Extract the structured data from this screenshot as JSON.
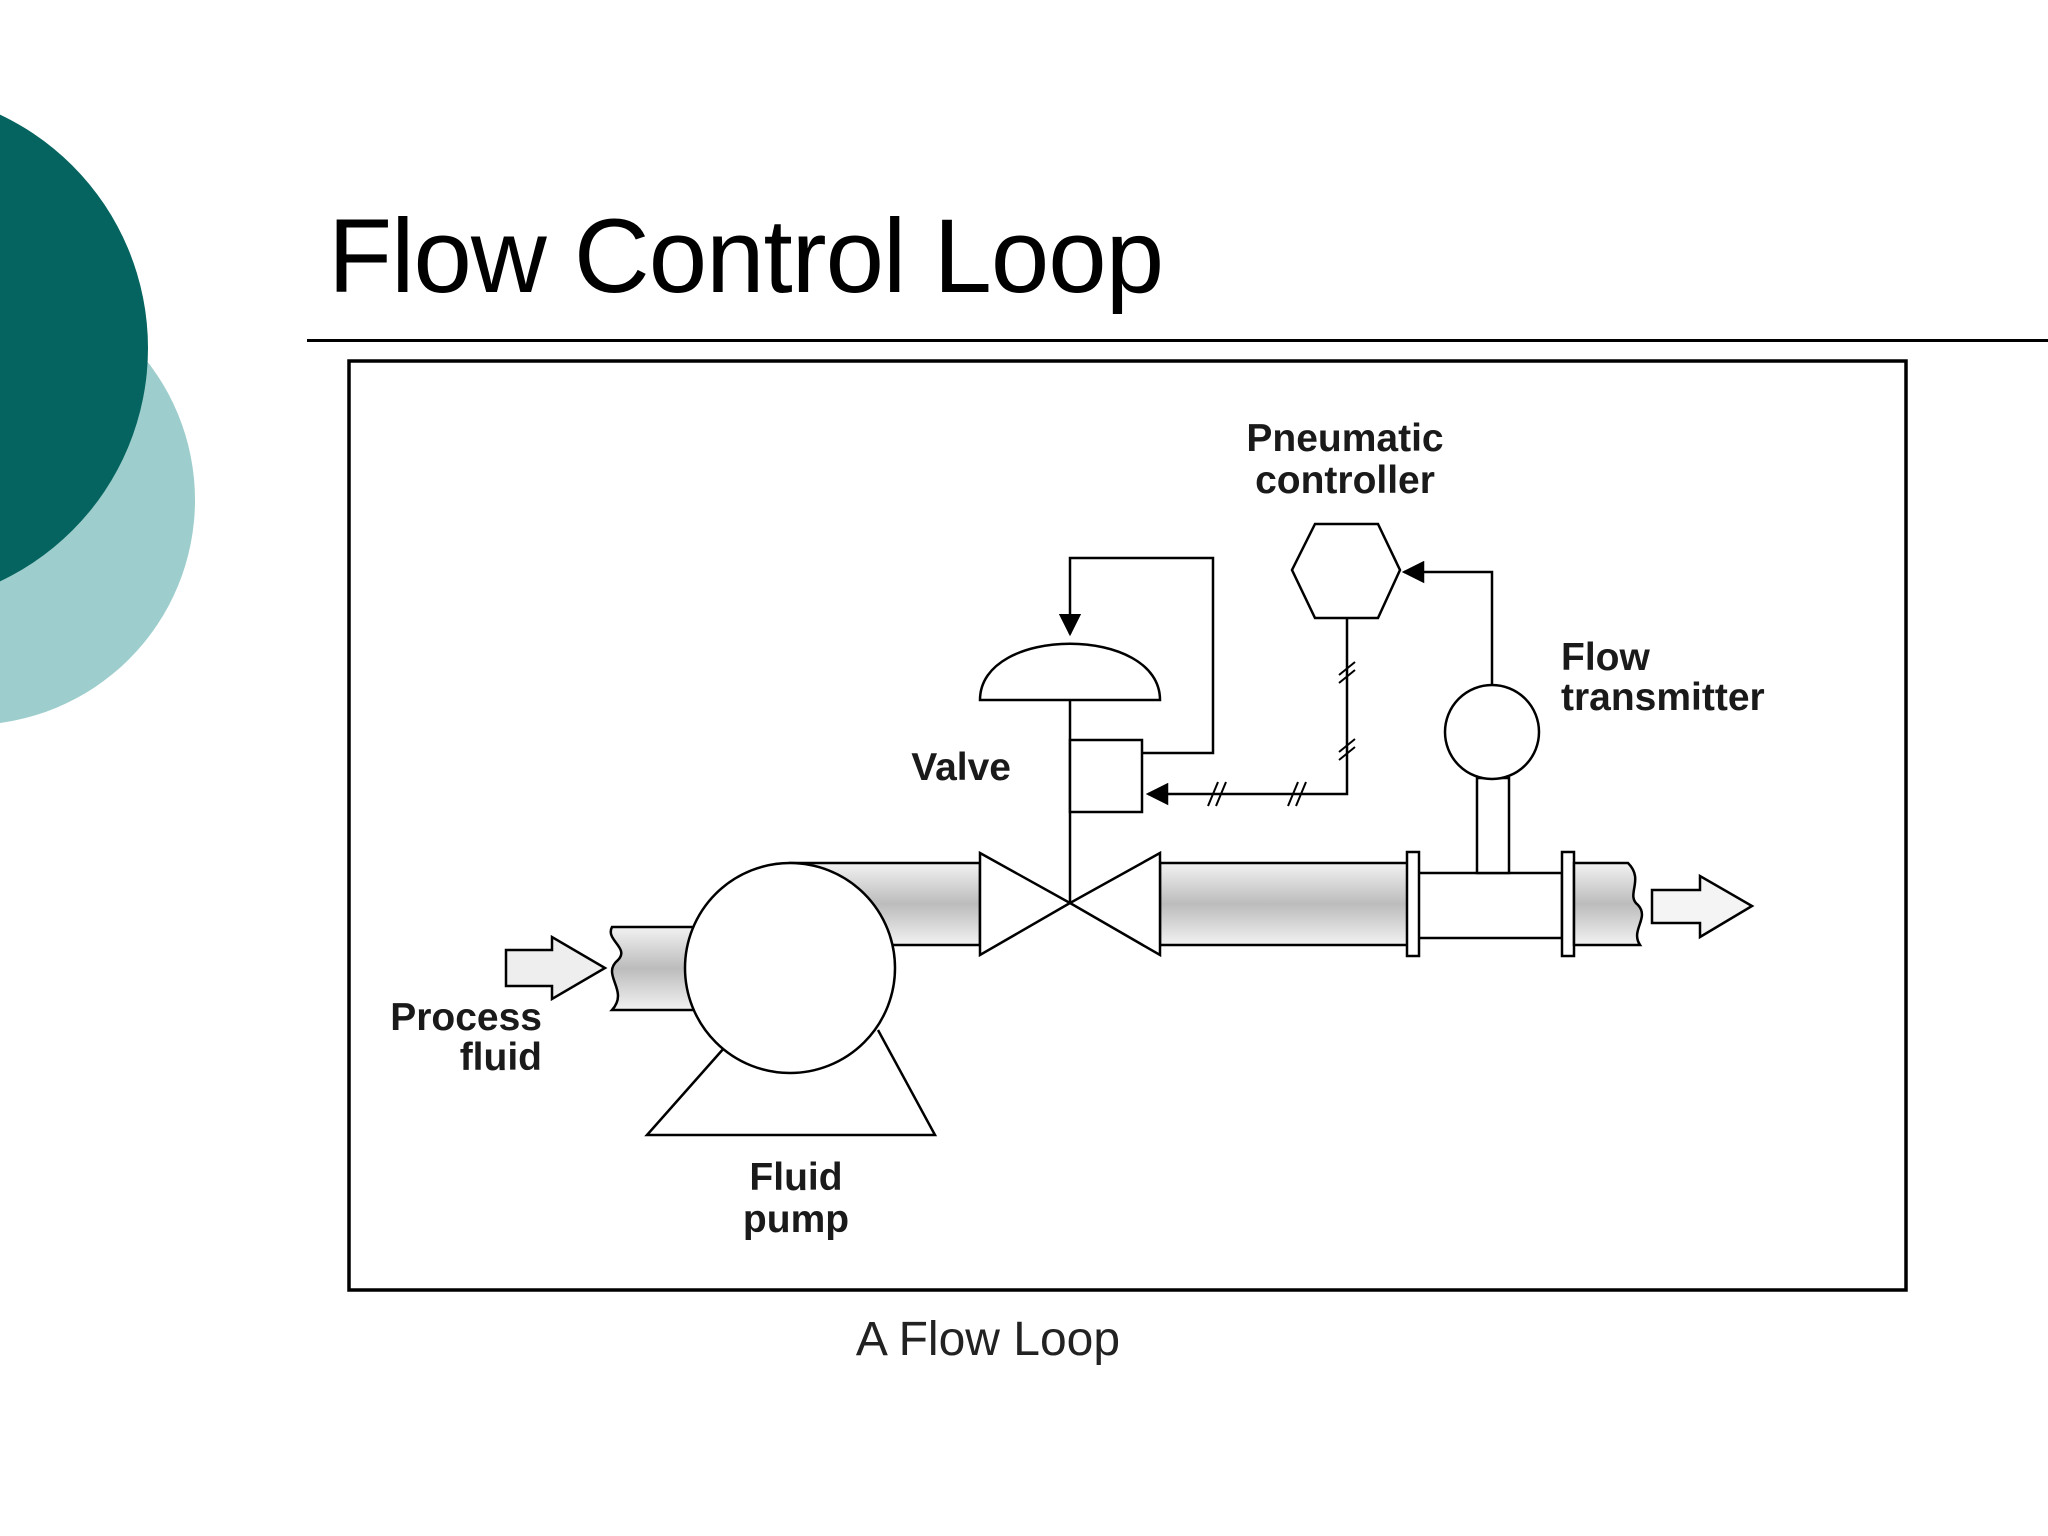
{
  "slide": {
    "title": "Flow Control Loop",
    "caption": "A Flow Loop"
  },
  "diagram": {
    "labels": {
      "controller_line1": "Pneumatic",
      "controller_line2": "controller",
      "transmitter_line1": "Flow",
      "transmitter_line2": "transmitter",
      "valve": "Valve",
      "process_line1": "Process",
      "process_line2": "fluid",
      "pump_line1": "Fluid",
      "pump_line2": "pump"
    }
  },
  "theme": {
    "dark_teal": "#05645f",
    "light_teal": "#9dcdcc",
    "line": "#000000",
    "pipe_fill": "#d9d9d9"
  }
}
